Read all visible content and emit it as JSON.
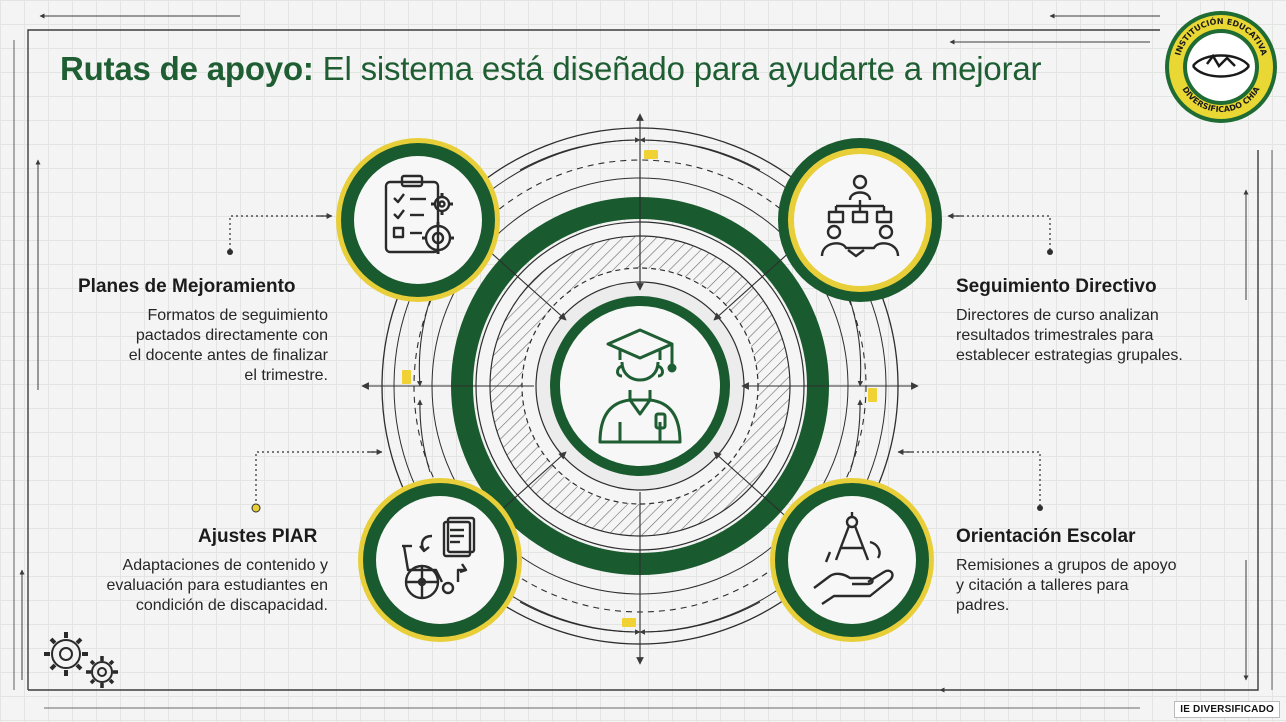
{
  "title": {
    "bold": "Rutas de apoyo:",
    "rest": " El sistema está diseñado para ayudarte a mejorar"
  },
  "logo": {
    "top_text": "INSTITUCIÓN EDUCATIVA",
    "bottom_text": "DIVERSIFICADO CHIA",
    "icon": "school-seal-icon"
  },
  "center": {
    "icon": "graduate-student-icon"
  },
  "routes": [
    {
      "heading": "Planes de Mejoramiento",
      "lines": [
        "Formatos de seguimiento",
        "pactados directamente con",
        "el docente antes de finalizar",
        "el trimestre."
      ],
      "icon": "clipboard-checklist-gears-icon"
    },
    {
      "heading": "Seguimiento Directivo",
      "lines": [
        "Directores de curso analizan",
        "resultados trimestrales para",
        "establecer estrategias grupales."
      ],
      "icon": "org-chart-handshake-icon"
    },
    {
      "heading": "Ajustes PIAR",
      "lines": [
        "Adaptaciones de contenido y",
        "evaluación para estudiantes en",
        "condición de discapacidad."
      ],
      "icon": "wheelchair-book-icon"
    },
    {
      "heading": "Orientación Escolar",
      "lines": [
        "Remisiones a grupos de apoyo",
        "y citación a talleres para",
        "padres."
      ],
      "icon": "compass-hand-icon"
    }
  ],
  "colors": {
    "green": "#1f5e33",
    "dark_green": "#1a5a2f",
    "yellow": "#e8cf3a",
    "ink": "#1b1b1b"
  },
  "watermark": "IE DIVERSIFICADO"
}
